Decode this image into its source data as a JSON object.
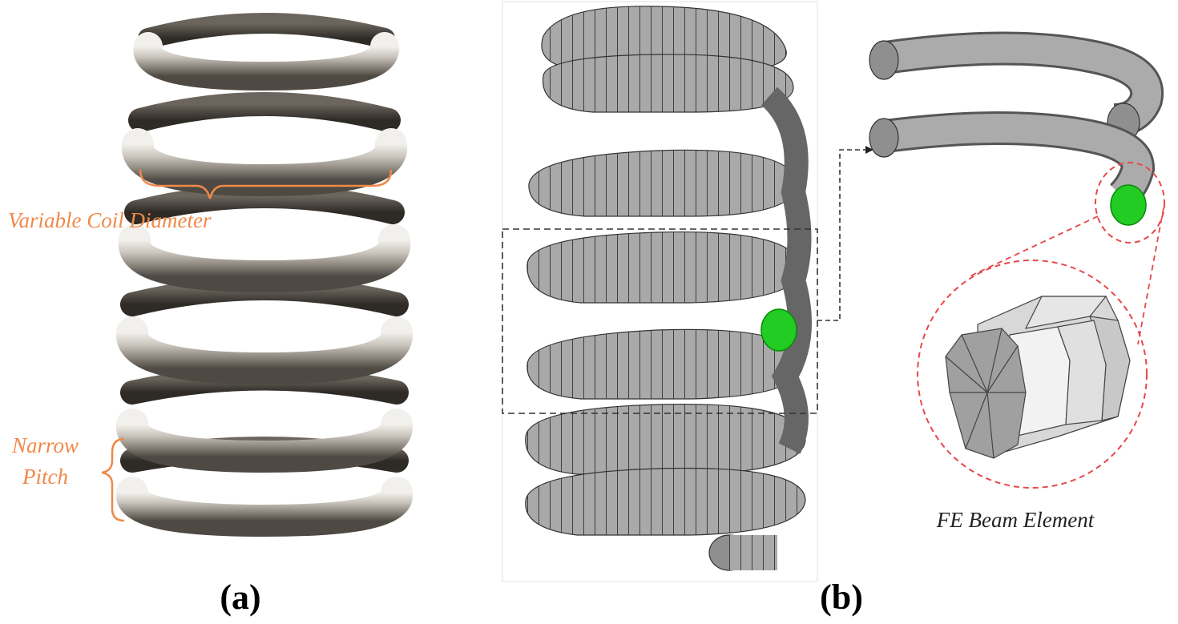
{
  "panel_a": {
    "label": "(a)",
    "annotation_variable_diameter": "Variable Coil Diameter",
    "annotation_narrow_pitch_line1": "Narrow",
    "annotation_narrow_pitch_line2": "Pitch"
  },
  "panel_b": {
    "label": "(b)",
    "caption": "FE Beam Element"
  },
  "colors": {
    "annotation": "#f0894a",
    "highlight_element": "#22cc22",
    "callout_circle": "#e8474a",
    "mesh_gray": "#9a9a9a"
  }
}
